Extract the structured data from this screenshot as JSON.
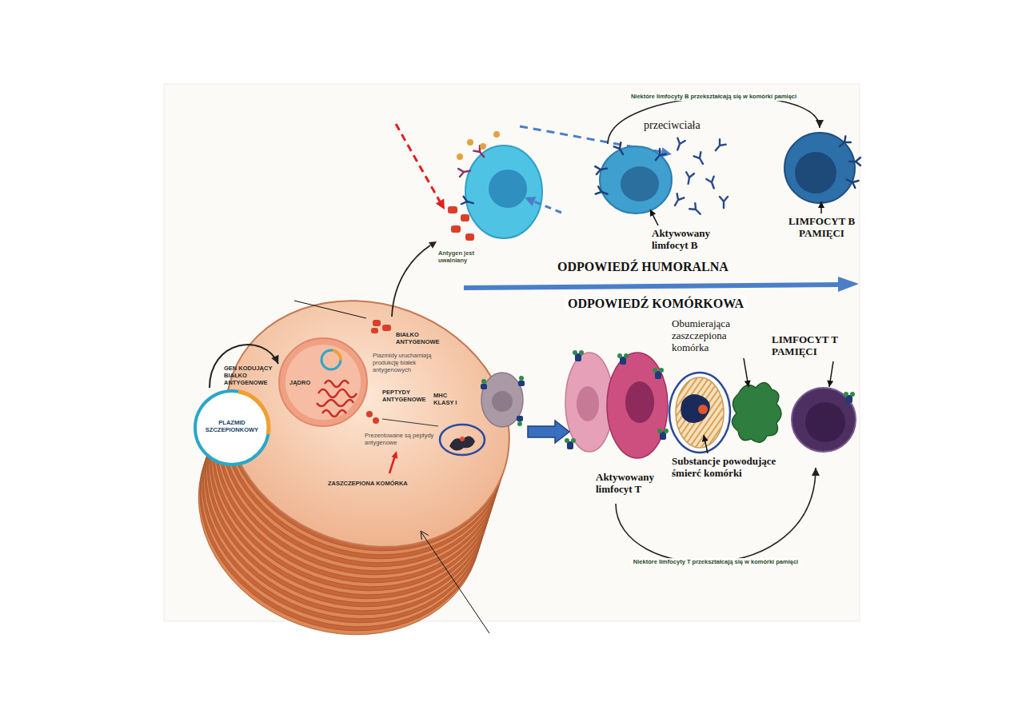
{
  "diagram": {
    "nodes": [
      {
        "text": [
          "Aktywowany limfocyt B"
        ]
      },
      {
        "text": [
          "LIMFOCYT B PAMIĘCI"
        ]
      },
      {
        "text": [
          "ZASZCZEPIONA KOMÓRKA"
        ]
      },
      {
        "text": [
          "JĄDRO"
        ],
        "in": 2
      },
      {
        "text": [
          "PLAZMID SZCZEPIONKOWY"
        ]
      },
      {
        "text": [
          "Aktywowany limfocyt T"
        ]
      },
      {
        "text": [
          "Obumierająca zaszczepiona komórka",
          "Substancje powodujące śmierć komórki"
        ]
      },
      {
        "text": [
          "LIMFOCYT T PAMIĘCI"
        ]
      }
    ],
    "edges": [
      {
        "from": 0,
        "to": 1,
        "arrow": "to",
        "label": "Niektóre limfocyty B przekształcają się w komórki pamięci"
      },
      {
        "from": 5,
        "to": 7,
        "arrow": "to",
        "label": "Niektóre limfocyty T przekształcają się w komórki pamięci"
      },
      {
        "from": 4,
        "to": 3,
        "arrow": "to"
      }
    ],
    "labels": [
      "przeciwciała",
      "Antygen jest uwalniany",
      "ODPOWIEDŹ HUMORALNA",
      "ODPOWIEDŹ KOMÓRKOWA",
      "GEN KODUJĄCY BIAŁKO ANTYGENOWE",
      "BIAŁKO ANTYGENOWE",
      "Plazmidy uruchamiają produkcję białek antygenowych",
      "PEPTYDY ANTYGENOWE",
      "MHC KLASY I",
      "Prezentowane są peptydy antygenowe"
    ]
  }
}
